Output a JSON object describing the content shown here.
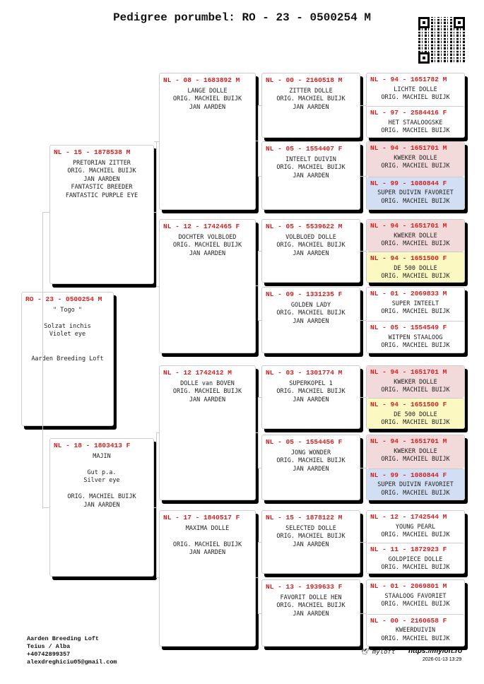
{
  "title": "Pedigree porumbel: RO - 23 - 0500254 M",
  "subject": {
    "ring": "RO - 23 - 0500254 M",
    "lines": [
      "\" Togo \"",
      "",
      "Solzat inchis",
      "Violet eye",
      "",
      "",
      "Aarden Breeding Loft"
    ]
  },
  "gen1": [
    {
      "ring": "NL - 15 - 1878538 M",
      "lines": [
        "PRETORIAN ZITTER",
        "ORIG. MACHIEL BUIJK",
        "JAN AARDEN",
        "FANTASTIC BREEDER",
        "FANTASTIC PURPLE EYE"
      ]
    },
    {
      "ring": "NL - 18 - 1803413 F",
      "lines": [
        "MAJIN",
        "",
        "Gut p.a.",
        "Silver eye",
        "",
        "ORIG. MACHIEL BUIJK",
        "JAN AARDEN"
      ]
    }
  ],
  "gen2": [
    {
      "ring": "NL - 08 - 1683892 M",
      "lines": [
        "LANGE DOLLE",
        "ORIG. MACHIEL BUIJK",
        "JAN AARDEN"
      ]
    },
    {
      "ring": "NL - 12 - 1742465 F",
      "lines": [
        "DOCHTER VOLBLOED",
        "ORIG. MACHIEL BUIJK",
        "JAN AARDEN"
      ]
    },
    {
      "ring": "NL - 12 1742412 M",
      "lines": [
        "DOLLE van BOVEN",
        "ORIG. MACHIEL BUIJK",
        "JAN AARDEN"
      ]
    },
    {
      "ring": "NL - 17 - 1840517 F",
      "lines": [
        "MAXIMA DOLLE",
        "",
        "ORIG. MACHIEL BUIJK",
        "JAN AARDEN"
      ]
    }
  ],
  "gen3": [
    {
      "ring": "NL - 00 - 2160518 M",
      "lines": [
        "ZITTER DOLLE",
        "ORIG. MACHIEL BUIJK",
        "JAN AARDEN"
      ]
    },
    {
      "ring": "NL - 05 - 1554407 F",
      "lines": [
        "INTEELT DUIVIN",
        "ORIG. MACHIEL BUIJK",
        "JAN AARDEN"
      ]
    },
    {
      "ring": "NL - 05 - 5539622 M",
      "lines": [
        "VOLBLOED DOLLE",
        "ORIG. MACHIEL BUIJK",
        "JAN AARDEN"
      ]
    },
    {
      "ring": "NL - 09 - 1331235 F",
      "lines": [
        "GOLDEN LADY",
        "ORIG. MACHIEL BUIJK",
        "JAN AARDEN"
      ]
    },
    {
      "ring": "NL - 03 - 1301774 M",
      "lines": [
        "SUPERKOPEL 1",
        "ORIG. MACHIEL BUIJK",
        "JAN AARDEN"
      ]
    },
    {
      "ring": "NL - 05 - 1554456 F",
      "lines": [
        "JONG WONDER",
        "ORIG. MACHIEL BUIJK",
        "JAN AARDEN"
      ]
    },
    {
      "ring": "NL - 15 - 1878122 M",
      "lines": [
        "SELECTED DOLLE",
        "ORIG. MACHIEL BUIJK",
        "JAN AARDEN"
      ]
    },
    {
      "ring": "NL - 13 - 1939633 F",
      "lines": [
        "FAVORIT DOLLE HEN",
        "ORIG. MACHIEL BUIJK",
        "JAN AARDEN"
      ]
    }
  ],
  "gen4": [
    {
      "ring": "NL - 94 - 1651782 M",
      "lines": [
        "LICHTE DOLLE",
        "ORIG. MACHIEL BUIJK"
      ],
      "color": "#ffffff"
    },
    {
      "ring": "NL - 97 - 2584416 F",
      "lines": [
        "HET STAALOOGSKE",
        "ORIG. MACHIEL BUIJK"
      ],
      "color": "#ffffff"
    },
    {
      "ring": "NL - 94 - 1651701 M",
      "lines": [
        "KWEKER DOLLE",
        "ORIG. MACHIEL BUIJK"
      ],
      "color": "#f3dada"
    },
    {
      "ring": "NL - 99 - 1080844 F",
      "lines": [
        "SUPER DUIVIN FAVORIET",
        "ORIG. MACHIEL BUIJK"
      ],
      "color": "#d2def3"
    },
    {
      "ring": "NL - 94 - 1651701 M",
      "lines": [
        "KWEKER DOLLE",
        "ORIG. MACHIEL BUIJK"
      ],
      "color": "#f3dada"
    },
    {
      "ring": "NL - 94 - 1651500 F",
      "lines": [
        "DE 500 DOLLE",
        "ORIG. MACHIEL BUIJK"
      ],
      "color": "#fbf8c2"
    },
    {
      "ring": "NL - 01 - 2069833 M",
      "lines": [
        "SUPER INTEELT",
        "ORIG. MACHIEL BUIJK"
      ],
      "color": "#ffffff"
    },
    {
      "ring": "NL - 05 - 1554549 F",
      "lines": [
        "WITPEN STAALOOG",
        "ORIG. MACHIEL BUIJK"
      ],
      "color": "#ffffff"
    },
    {
      "ring": "NL - 94 - 1651701 M",
      "lines": [
        "KWEKER DOLLE",
        "ORIG. MACHIEL BUIJK"
      ],
      "color": "#f3dada"
    },
    {
      "ring": "NL - 94 - 1651500 F",
      "lines": [
        "DE 500 DOLLE",
        "ORIG. MACHIEL BUIJK"
      ],
      "color": "#fbf8c2"
    },
    {
      "ring": "NL - 94 - 1651701 M",
      "lines": [
        "KWEKER DOLLE",
        "ORIG. MACHIEL BUIJK"
      ],
      "color": "#f3dada"
    },
    {
      "ring": "NL - 99 - 1080844 F",
      "lines": [
        "SUPER DUIVIN FAVORIET",
        "ORIG. MACHIEL BUIJK"
      ],
      "color": "#d2def3"
    },
    {
      "ring": "NL - 12 - 1742544 M",
      "lines": [
        "YOUNG PEARL",
        "ORIG. MACHIEL BUIJK"
      ],
      "color": "#ffffff"
    },
    {
      "ring": "NL - 11 - 1872923 F",
      "lines": [
        "GOLDPIECE DOLLE",
        "ORIG. MACHIEL BUIJK"
      ],
      "color": "#ffffff"
    },
    {
      "ring": "NL - 01 - 2069801 M",
      "lines": [
        "STAALOOG FAVORIET",
        "ORIG. MACHIEL BUIJK"
      ],
      "color": "#ffffff"
    },
    {
      "ring": "NL - 00 - 2160658 F",
      "lines": [
        "KWEERDUIVIN",
        "ORIG. MACHIEL BUIJK"
      ],
      "color": "#ffffff"
    }
  ],
  "footer": {
    "lines": [
      "Aarden Breeding Loft",
      "Teius / Alba",
      "+40742899357",
      "alexdreghiciu05@gmail.com"
    ]
  },
  "brand": {
    "logo": "myloft",
    "url": "https://myloft.ro",
    "timestamp": "2026-01-13 13:29"
  }
}
